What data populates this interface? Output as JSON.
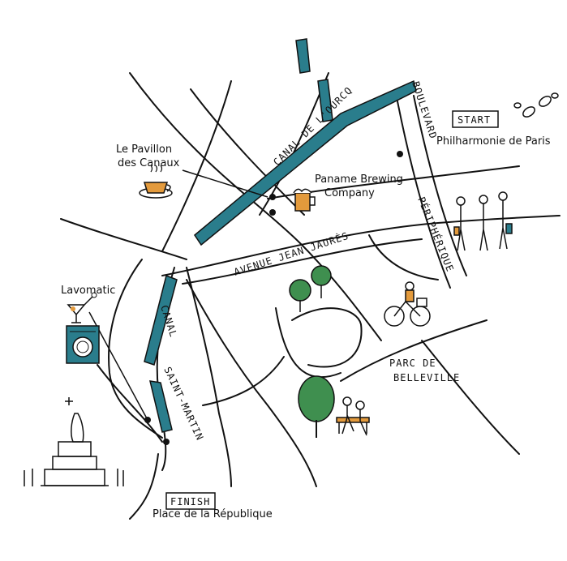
{
  "map": {
    "canals": {
      "ourcq": "CANAL DE L'OURCQ",
      "saint_martin_canal": "CANAL",
      "saint_martin_name": "SAINT-MARTIN"
    },
    "roads": {
      "boulevard": "BOULEVARD",
      "peripherique": "PÉRIPHÉRIQUE",
      "avenue": "AVENUE JEAN JAURÈS"
    },
    "park": {
      "line1": "PARC DE",
      "line2": "BELLEVILLE"
    },
    "places": {
      "pavillon_line1": "Le Pavillon",
      "pavillon_line2": "des Canaux",
      "paname_line1": "Paname Brewing",
      "paname_line2": "Company",
      "lavomatic": "Lavomatic",
      "start_place": "Philharmonie de Paris",
      "finish_place": "Place de la République"
    },
    "markers": {
      "start": "START",
      "finish": "FINISH"
    },
    "colors": {
      "canal": "#2a7d8c",
      "ink": "#111111",
      "tree": "#3f8f4f",
      "accent": "#e39a3c"
    },
    "icons": [
      "footprints-icon",
      "coffee-cup-icon",
      "beer-mug-icon",
      "washing-machine-icon",
      "cocktail-icon",
      "trees-icon",
      "cyclist-icon",
      "walkers-icon",
      "bench-people-icon",
      "statue-icon"
    ]
  }
}
